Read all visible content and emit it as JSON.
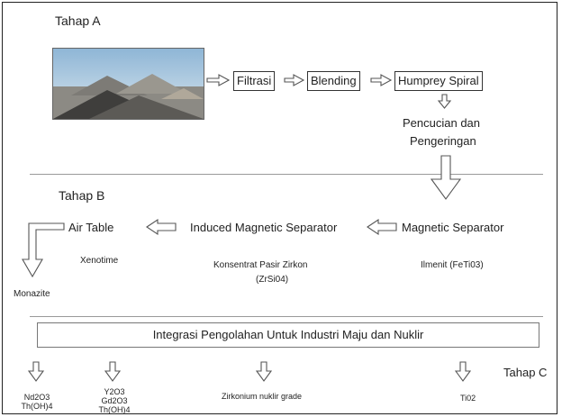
{
  "stage_a": {
    "title": "Tahap A",
    "photo_caption": "sand-piles-photo",
    "steps": [
      "Filtrasi",
      "Blending",
      "Humprey Spiral"
    ],
    "wash_line1": "Pencucian dan",
    "wash_line2": "Pengeringan"
  },
  "stage_b": {
    "title": "Tahap B",
    "separators": [
      "Air Table",
      "Induced Magnetic Separator",
      "Magnetic Separator"
    ],
    "products": {
      "xenotime": "Xenotime",
      "zircon_line1": "Konsentrat Pasir Zirkon",
      "zircon_line2": "(ZrSi04)",
      "ilmenite": "Ilmenit (FeTi03)",
      "monazite": "Monazite"
    }
  },
  "stage_c": {
    "title": "Tahap C",
    "integration": "Integrasi Pengolahan Untuk Industri Maju dan Nuklir",
    "outputs": {
      "o1_line1": "Nd2O3",
      "o1_line2": "Th(OH)4",
      "o2_line1": "Y2O3",
      "o2_line2": "Gd2O3",
      "o2_line3": "Th(OH)4",
      "o3": "Zirkonium nuklir grade",
      "o4": "Ti02"
    }
  },
  "colors": {
    "arrow_stroke": "#555555",
    "border": "#333333",
    "divider": "#9a9a9a"
  }
}
